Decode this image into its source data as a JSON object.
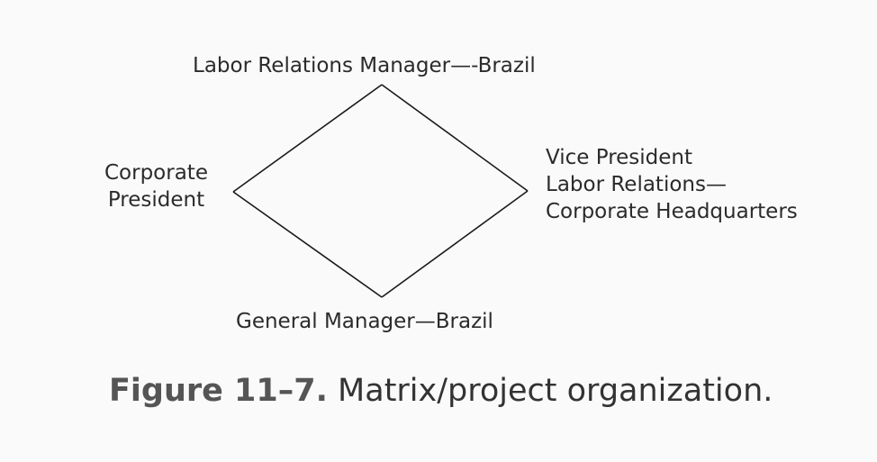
{
  "diagram": {
    "nodes": {
      "top": {
        "lines": [
          "Labor Relations Manager—-Brazil"
        ]
      },
      "left": {
        "lines": [
          "Corporate",
          "President"
        ]
      },
      "right": {
        "lines": [
          "Vice President",
          "Labor Relations—",
          "Corporate Headquarters"
        ]
      },
      "bottom": {
        "lines": [
          "General Manager—Brazil"
        ]
      }
    },
    "edges": [
      {
        "from": "left",
        "to": "top"
      },
      {
        "from": "top",
        "to": "right"
      },
      {
        "from": "right",
        "to": "bottom"
      },
      {
        "from": "bottom",
        "to": "left"
      }
    ],
    "line_color": "#1a1a1a"
  },
  "caption": {
    "label": "Figure 11–7.",
    "text": " Matrix/project organization."
  }
}
